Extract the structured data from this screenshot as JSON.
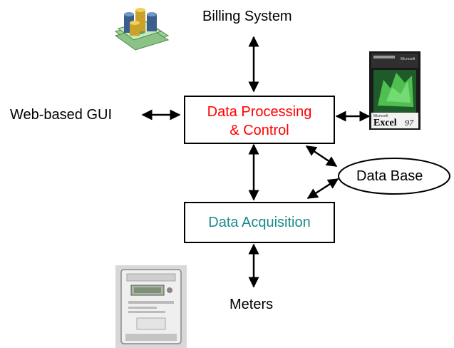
{
  "diagram": {
    "nodes": {
      "billing": {
        "label": "Billing System"
      },
      "web_gui": {
        "label": "Web-based GUI"
      },
      "processing": {
        "line1": "Data Processing",
        "line2": "& Control",
        "color": "#ff0000"
      },
      "database": {
        "label": "Data Base"
      },
      "acquisition": {
        "label": "Data Acquisition",
        "color": "#1a8a8a"
      },
      "meters": {
        "label": "Meters"
      }
    },
    "excel_box": {
      "brand": "Microsoft",
      "product": "Excel",
      "version": "97"
    },
    "icons": [
      "money-stacks-icon",
      "excel-box-icon",
      "electric-meter-icon"
    ],
    "edges": [
      [
        "billing",
        "processing"
      ],
      [
        "web_gui",
        "processing"
      ],
      [
        "processing",
        "excel"
      ],
      [
        "processing",
        "acquisition"
      ],
      [
        "processing",
        "database"
      ],
      [
        "acquisition",
        "database"
      ],
      [
        "acquisition",
        "meters"
      ]
    ]
  }
}
